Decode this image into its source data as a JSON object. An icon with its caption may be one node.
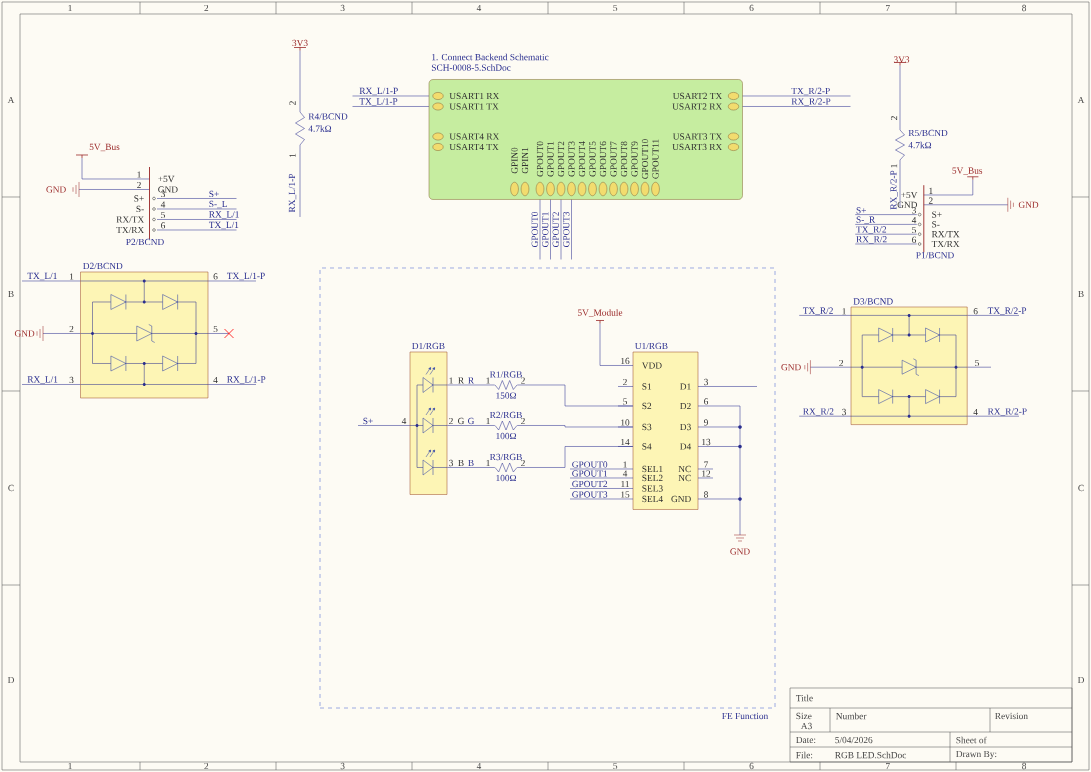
{
  "diagram": {
    "nodes": [
      {
        "text": [
          "1. Connect Backend Schematic",
          "SCH-0008-5.SchDoc",
          "USART1 RX",
          "USART1 TX",
          "USART4 RX",
          "USART4 TX",
          "USART2 TX",
          "USART2 RX",
          "USART3 TX",
          "USART3 RX",
          "GPIN0",
          "GPIN1",
          "GPOUT0",
          "GPOUT1",
          "GPOUT2",
          "GPOUT3",
          "GPOUT4",
          "GPOUT5",
          "GPOUT6",
          "GPOUT7",
          "GPOUT8",
          "GPOUT9",
          "GPOUT10",
          "GPOUT11"
        ],
        "beside": [
          "RX_L/1-P",
          "TX_L/1-P",
          "TX_R/2-P",
          "RX_R/2-P",
          "GPOUT0",
          "GPOUT1",
          "GPOUT2",
          "GPOUT3"
        ]
      },
      {
        "text": [
          "D2/BCND"
        ],
        "beside": [
          "TX_L/1",
          "1",
          "TX_L/1-P",
          "6",
          "GND",
          "2",
          "5",
          "RX_L/1",
          "3",
          "RX_L/1-P",
          "4"
        ]
      },
      {
        "text": [
          "D3/BCND"
        ],
        "beside": [
          "TX_R/2",
          "1",
          "TX_R/2-P",
          "6",
          "GND",
          "2",
          "5",
          "RX_R/2",
          "3",
          "RX_R/2-P",
          "4"
        ]
      },
      {
        "text": [
          "FE Function"
        ]
      },
      {
        "text": [
          "D1/RGB"
        ],
        "in": 3,
        "beside": [
          "S+",
          "4",
          "1",
          "R",
          "R",
          "2",
          "G",
          "G",
          "3",
          "B",
          "B"
        ]
      },
      {
        "text": [
          "R1/RGB",
          "150Ω"
        ],
        "in": 3,
        "beside": [
          "1",
          "2"
        ]
      },
      {
        "text": [
          "R2/RGB",
          "100Ω"
        ],
        "in": 3,
        "beside": [
          "1",
          "2"
        ]
      },
      {
        "text": [
          "R3/RGB",
          "100Ω"
        ],
        "in": 3,
        "beside": [
          "1",
          "2"
        ]
      },
      {
        "text": [
          "U1/RGB",
          "VDD",
          "S1",
          "S2",
          "S3",
          "S4",
          "SEL1",
          "SEL2",
          "SEL3",
          "SEL4",
          "D1",
          "D2",
          "D3",
          "D4",
          "NC",
          "NC",
          "GND"
        ],
        "in": 3,
        "beside": [
          "5V_Module",
          "16",
          "2",
          "5",
          "10",
          "14",
          "1",
          "4",
          "11",
          "15",
          "GPOUT0",
          "GPOUT1",
          "GPOUT2",
          "GPOUT3",
          "3",
          "6",
          "9",
          "13",
          "7",
          "12",
          "8"
        ]
      },
      {
        "text": [
          "R4/BCND",
          "4.7kΩ"
        ],
        "beside": [
          "2",
          "1",
          "RX_L/1-P"
        ]
      },
      {
        "text": [
          "R5/BCND",
          "4.7kΩ"
        ],
        "beside": [
          "2",
          "1",
          "RX_R/2-P"
        ]
      }
    ],
    "edges": [
      {
        "from": 4,
        "to": 5,
        "arrow": "none"
      },
      {
        "from": 5,
        "to": 8,
        "arrow": "none"
      },
      {
        "from": 4,
        "to": 6,
        "arrow": "none"
      },
      {
        "from": 6,
        "to": 8,
        "arrow": "none"
      },
      {
        "from": 4,
        "to": 7,
        "arrow": "none"
      },
      {
        "from": 7,
        "to": 8,
        "arrow": "none"
      }
    ],
    "labels": [
      "1",
      "2",
      "3",
      "4",
      "5",
      "6",
      "7",
      "8",
      "1",
      "2",
      "3",
      "4",
      "5",
      "6",
      "7",
      "8",
      "A",
      "B",
      "C",
      "D",
      "A",
      "B",
      "C",
      "D",
      "5V_Bus",
      "GND",
      "1",
      "2",
      "+5V",
      "GND",
      "S+",
      "S-",
      "RX/TX",
      "TX/RX",
      "3",
      "4",
      "5",
      "6",
      "S+",
      "S-_L",
      "RX_L/1",
      "TX_L/1",
      "P2/BCND",
      "5V_Bus",
      "+5V",
      "GND",
      "1",
      "2",
      "GND",
      "S+",
      "S-_R",
      "TX_R/2",
      "RX_R/2",
      "3",
      "4",
      "5",
      "6",
      "S+",
      "S-",
      "RX/TX",
      "TX/RX",
      "P1/BCND",
      "3V3",
      "3V3",
      "GND",
      "Title",
      "Size",
      "A3",
      "Number",
      "Revision",
      "Date:",
      "5/04/2026",
      "Sheet of",
      "File:",
      "RGB LED.SchDoc",
      "Drawn By:"
    ]
  }
}
